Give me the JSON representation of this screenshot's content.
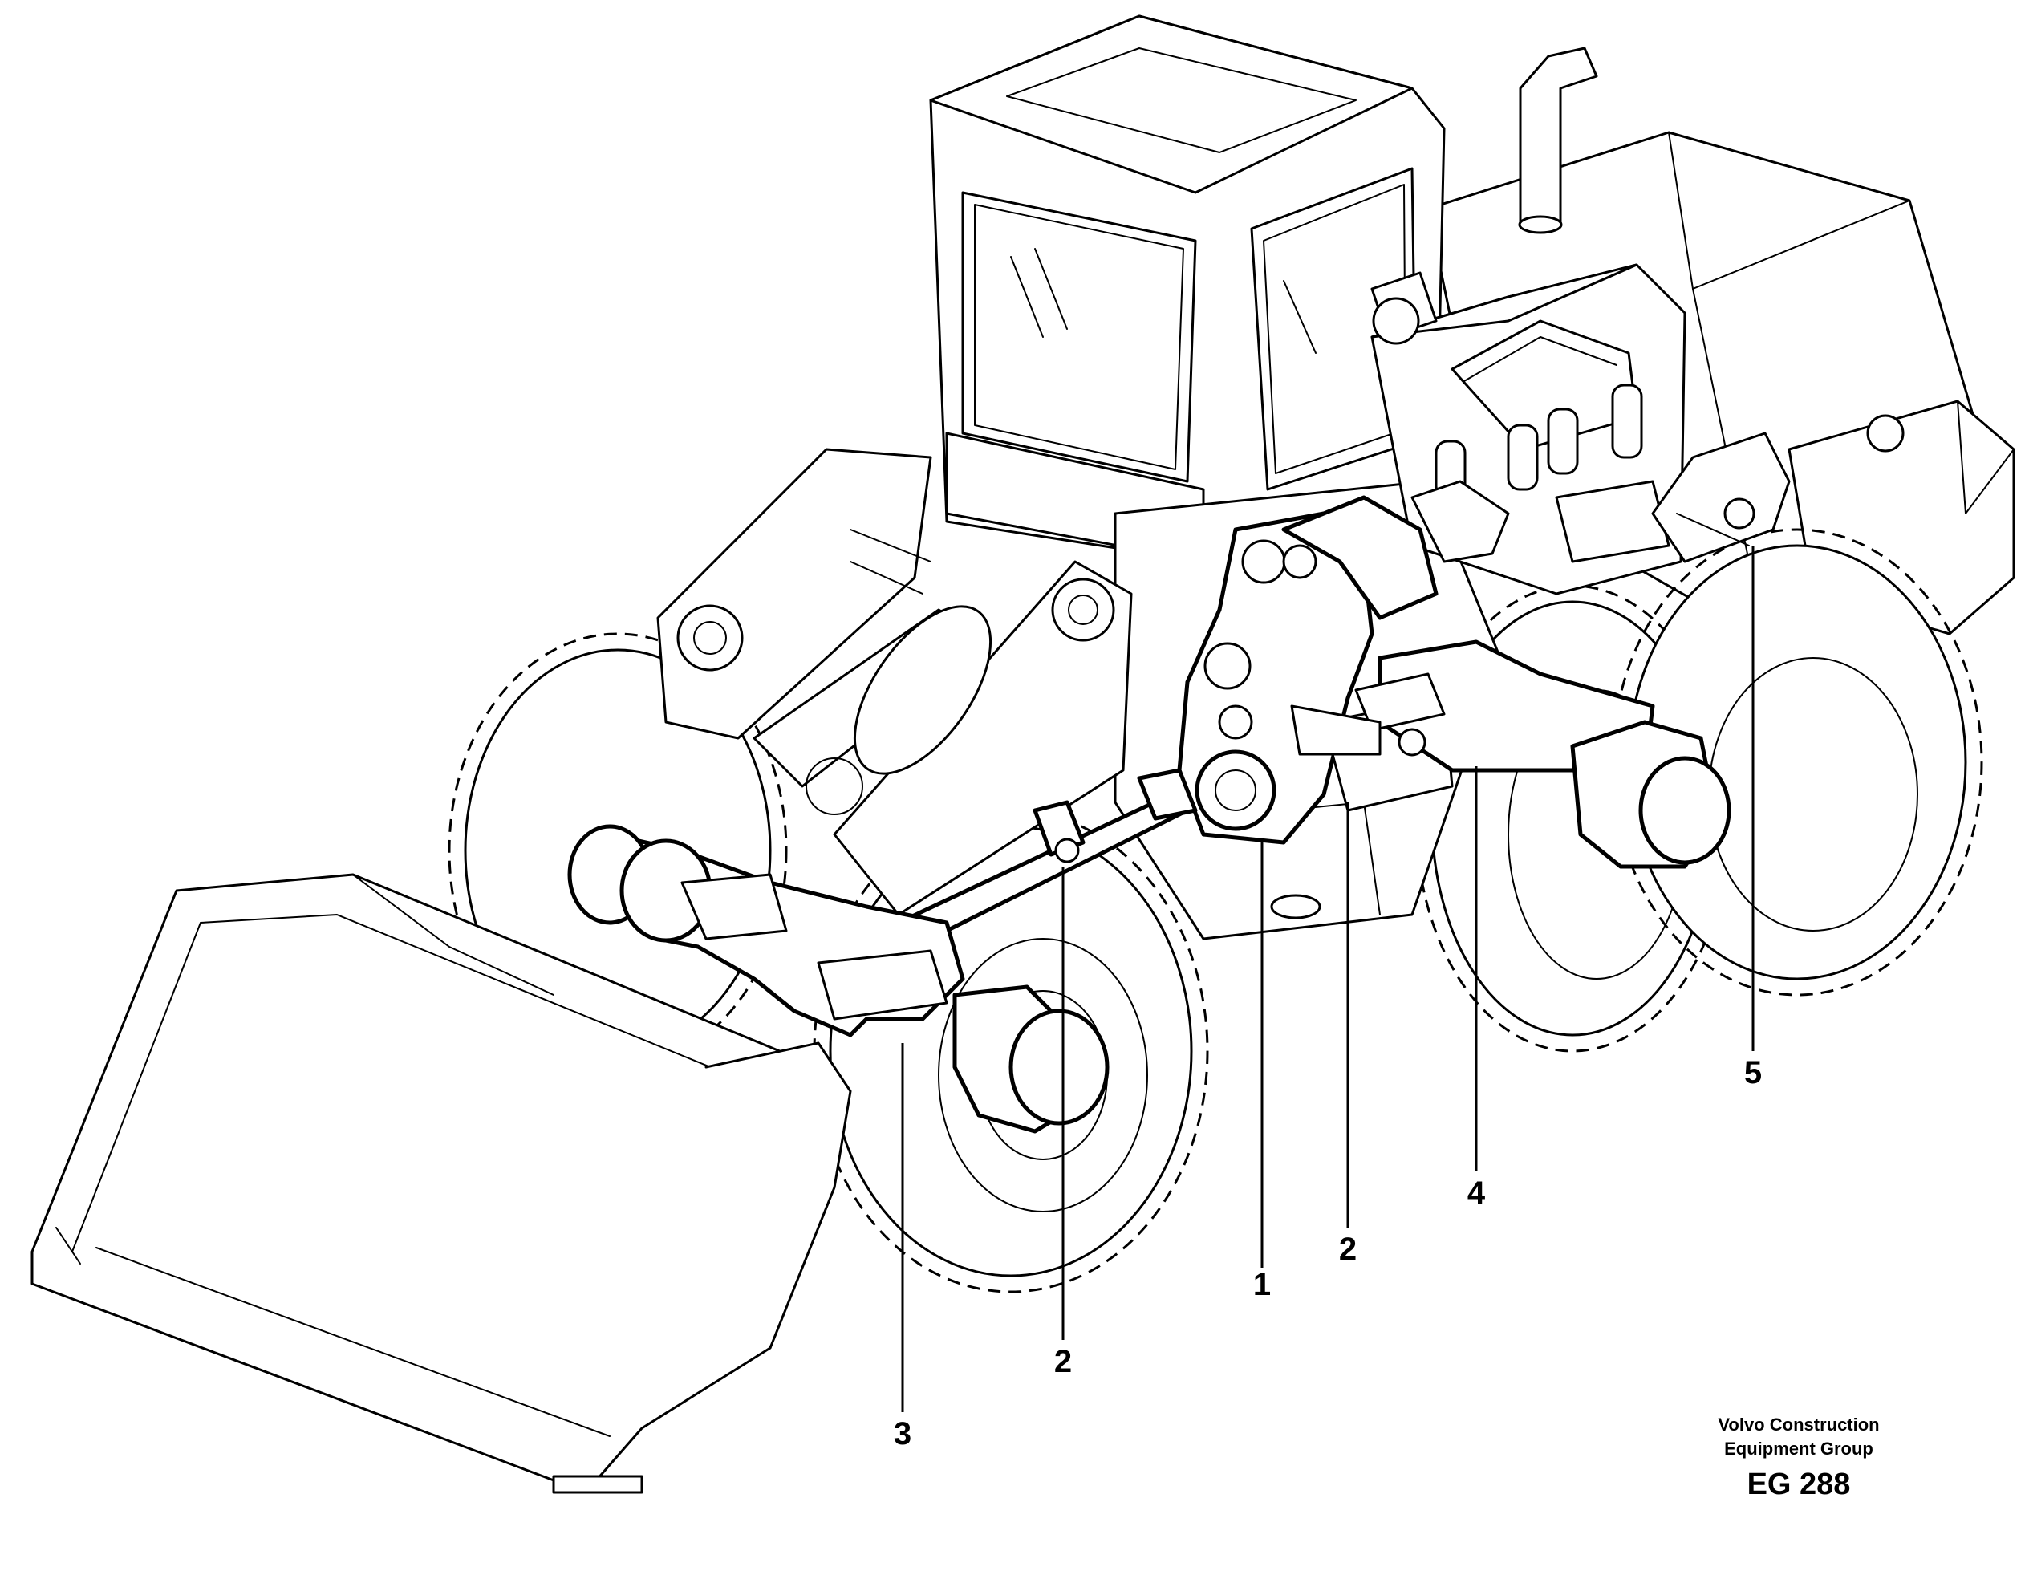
{
  "figure": {
    "code": "EG 288",
    "credit_line1": "Volvo Construction",
    "credit_line2": "Equipment Group"
  },
  "callouts": [
    {
      "id": "1",
      "label": "1"
    },
    {
      "id": "2a",
      "label": "2"
    },
    {
      "id": "2b",
      "label": "2"
    },
    {
      "id": "3",
      "label": "3"
    },
    {
      "id": "4",
      "label": "4"
    },
    {
      "id": "5",
      "label": "5"
    }
  ]
}
